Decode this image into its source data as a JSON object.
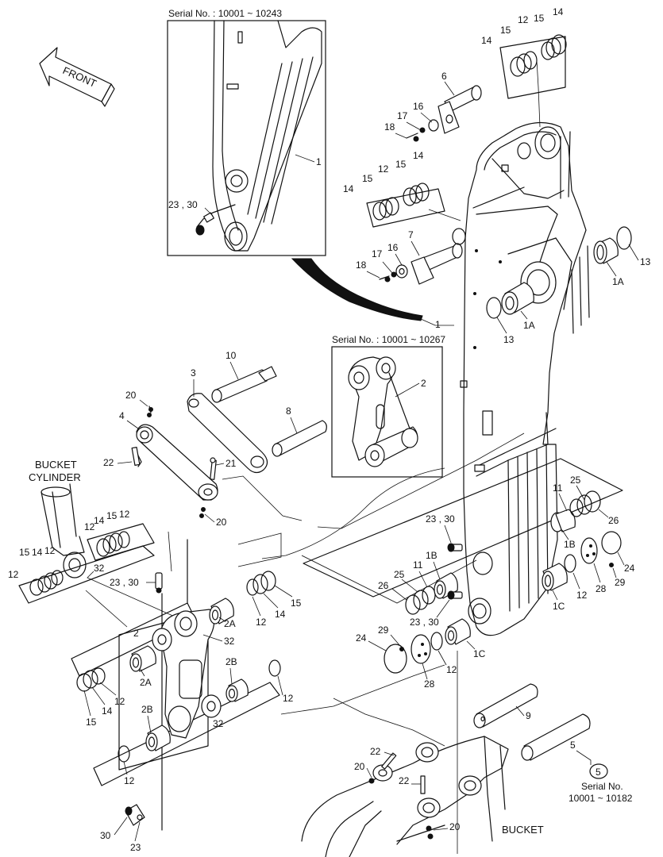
{
  "front_label": "FRONT",
  "inset_top": {
    "serial": "Serial No. : 10001 ~ 10243"
  },
  "inset_mid": {
    "serial": "Serial No. : 10001 ~ 10267"
  },
  "bucket_cylinder": {
    "line1": "BUCKET",
    "line2": "CYLINDER"
  },
  "bucket_label": "BUCKET",
  "ref_note": {
    "number": "5",
    "line1": "Serial No.",
    "line2": "10001 ~ 10182"
  },
  "callouts": {
    "c1_top": "1",
    "c23_30_top": "23 , 30",
    "c6": "6",
    "c16a": "16",
    "c17a": "17",
    "c18a": "18",
    "c7": "7",
    "c16b": "16",
    "c17b": "17",
    "c18b": "18",
    "c12t": "12",
    "c15t1": "15",
    "c15t2": "15",
    "c14t1": "14",
    "c14t2": "14",
    "c12m": "12",
    "c15m1": "15",
    "c15m2": "15",
    "c14m1": "14",
    "c14m2": "14",
    "c13a": "13",
    "c1A_a": "1A",
    "c1": "1",
    "c1A_b": "1A",
    "c13b": "13",
    "c10": "10",
    "c3": "3",
    "c2_inset": "2",
    "c8": "8",
    "c20a": "20",
    "c4": "4",
    "c22a": "22",
    "c21": "21",
    "c20b": "20",
    "c12bc": "12",
    "c14bc": "14",
    "c15bc": "15",
    "c12bc2": "12",
    "c15bc2": "15",
    "c14bc2": "14",
    "c12bc3": "12",
    "c32a": "32",
    "c23_30_b": "23 , 30",
    "c2_link": "2",
    "c32b": "32",
    "c2A_a": "2A",
    "c12d": "12",
    "c14d": "14",
    "c15d": "15",
    "c2A_b": "2A",
    "c2B_a": "2B",
    "c15e": "15",
    "c14e": "14",
    "c12e": "12",
    "c12f": "12",
    "c32c": "32",
    "c2B_b": "2B",
    "c12g": "12",
    "c30": "30",
    "c23": "23",
    "c23_30_c": "23 , 30",
    "c11a": "11",
    "c25a": "25",
    "c26a": "26",
    "c1B_a": "1B",
    "c24a": "24",
    "c29a": "29",
    "c28a": "28",
    "c12h": "12",
    "c1C_a": "1C",
    "c25b": "25",
    "c11b": "11",
    "c1B_b": "1B",
    "c26b": "26",
    "c23_30_d": "23 , 30",
    "c24b": "24",
    "c29b": "29",
    "c28b": "28",
    "c12i": "12",
    "c1C_b": "1C",
    "c9": "9",
    "c5": "5",
    "c22b": "22",
    "c20c": "20",
    "c22c": "22",
    "c20d": "20"
  }
}
